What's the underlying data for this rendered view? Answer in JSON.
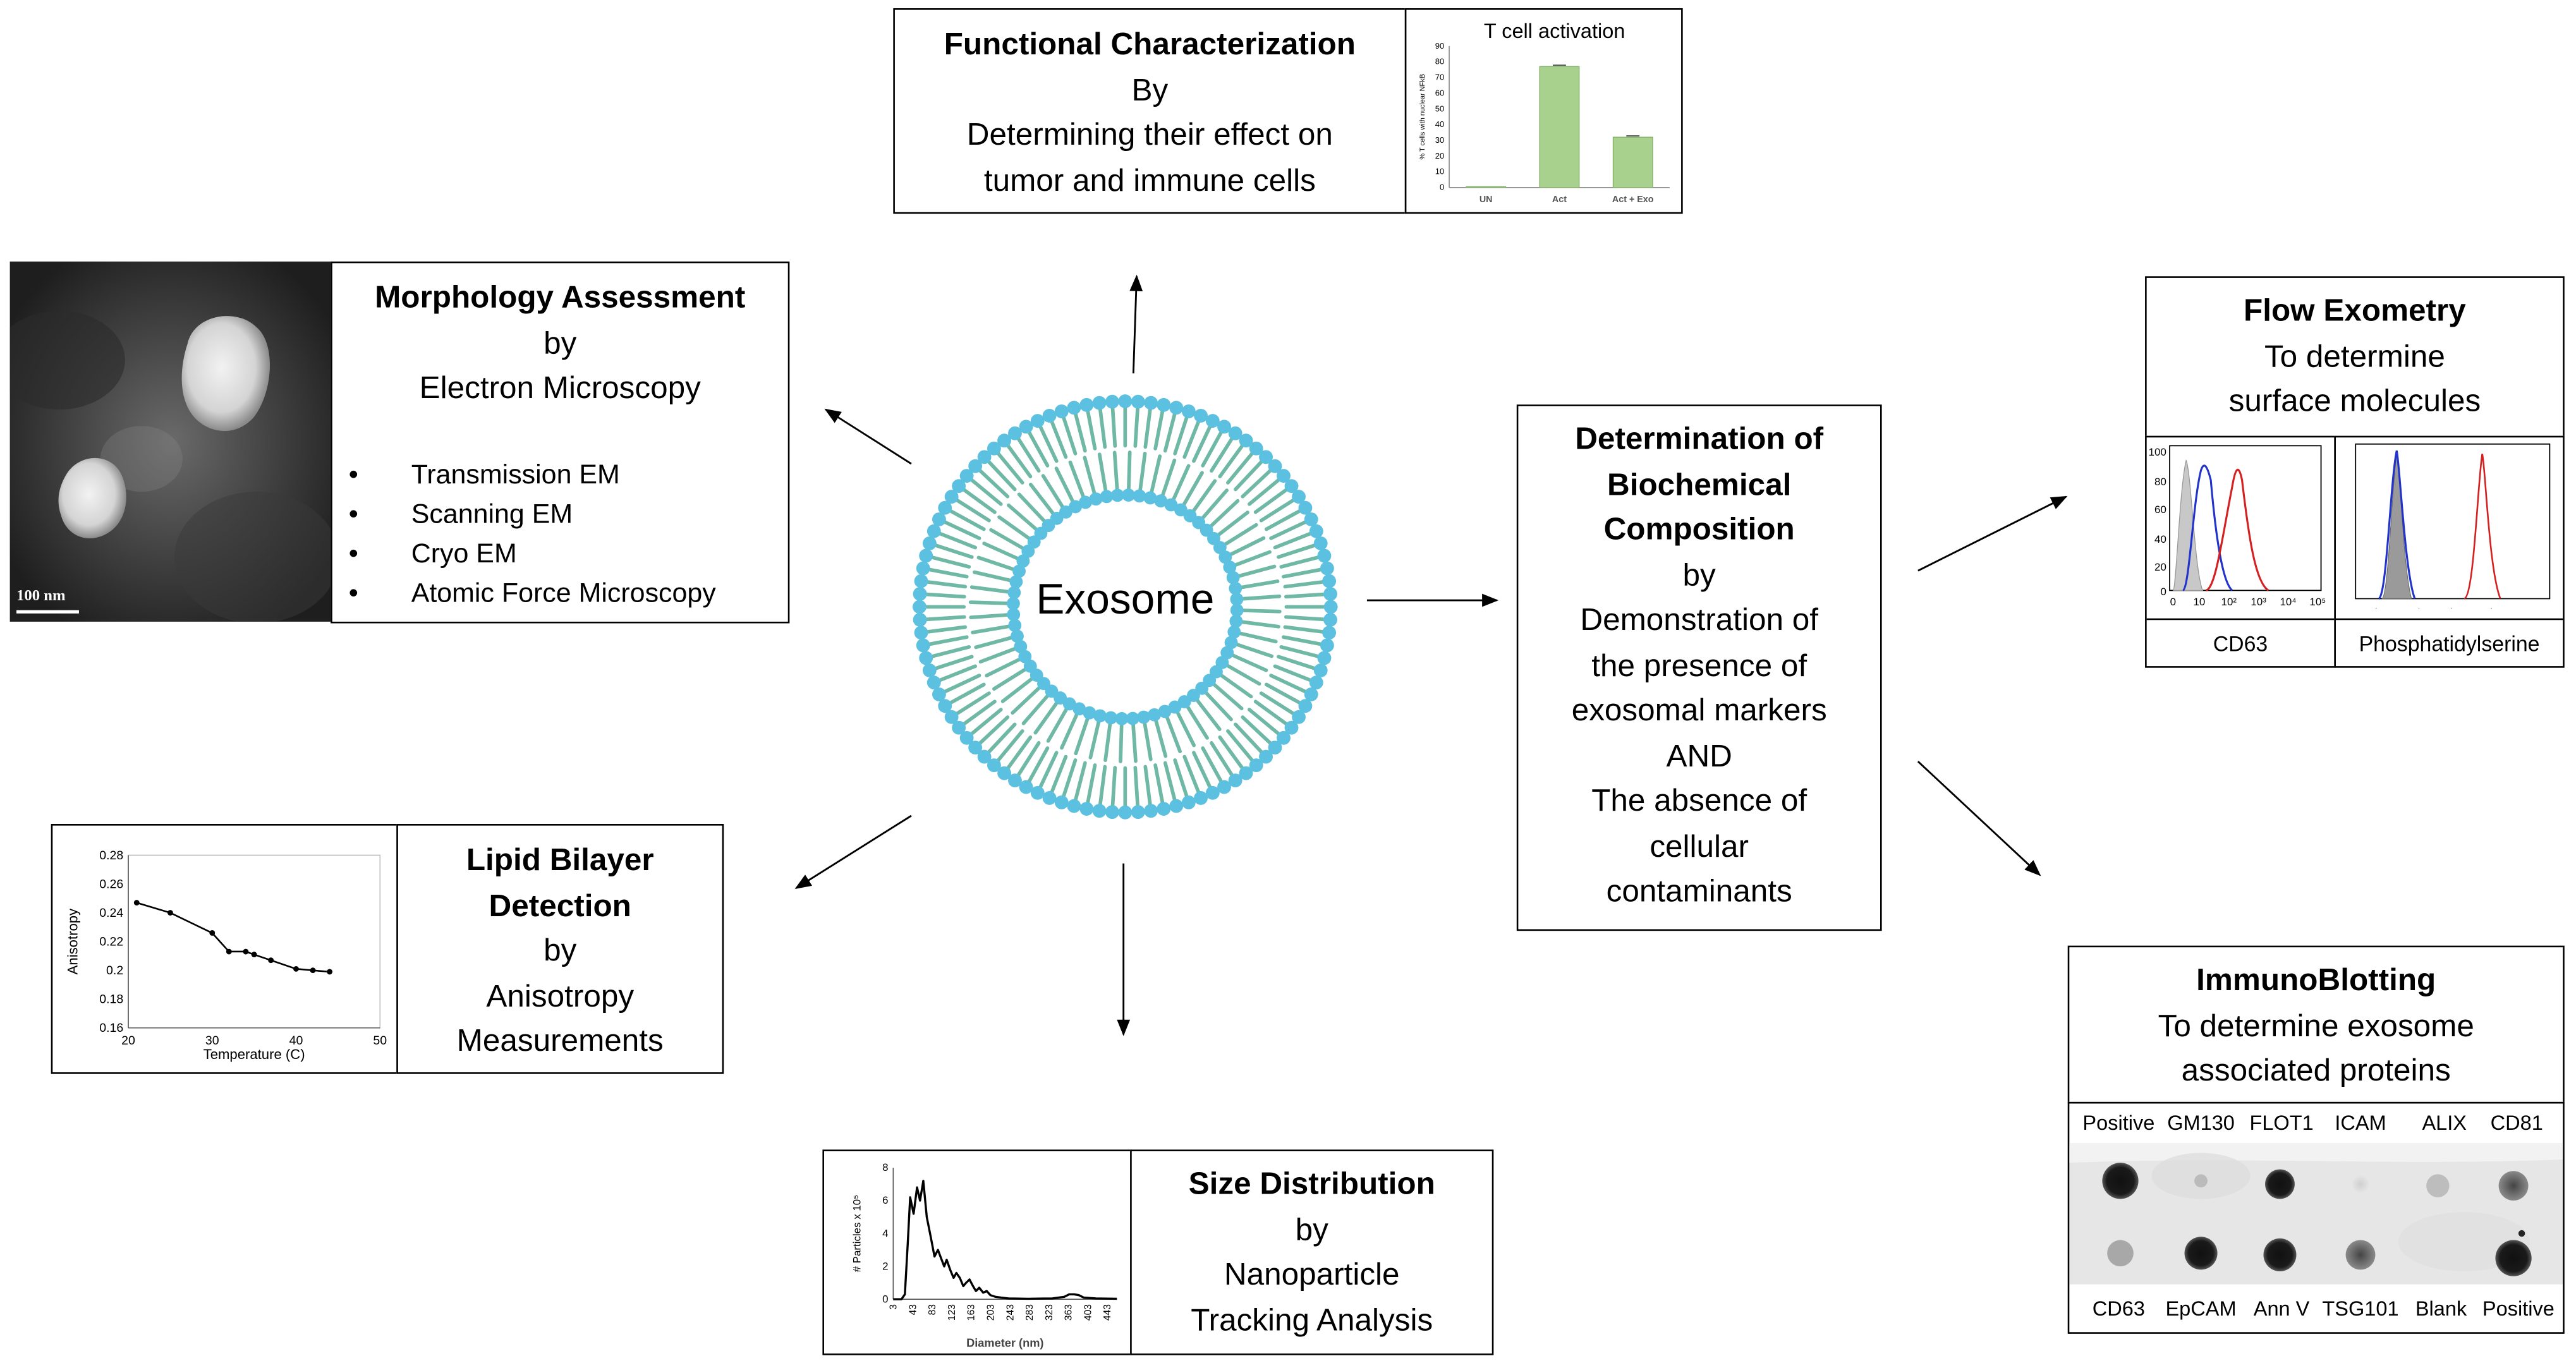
{
  "center": {
    "label": "Exosome"
  },
  "functional": {
    "title": "Functional Characterization",
    "lines": [
      "By",
      "Determining their effect on",
      "tumor and immune cells"
    ]
  },
  "morphology": {
    "title": "Morphology Assessment",
    "lines": [
      "by",
      "Electron Microscopy"
    ],
    "bullets": [
      "Transmission EM",
      "Scanning EM",
      "Cryo EM",
      "Atomic Force Microscopy"
    ],
    "scale_bar": "100 nm"
  },
  "lipid": {
    "lines_bold": [
      "Lipid Bilayer",
      "Detection"
    ],
    "lines": [
      "by",
      "Anisotropy",
      "Measurements"
    ]
  },
  "size": {
    "title": "Size Distribution",
    "lines": [
      "by",
      "Nanoparticle",
      "Tracking Analysis"
    ]
  },
  "biochem": {
    "lines_bold": [
      "Determination of",
      "Biochemical",
      "Composition"
    ],
    "lines": [
      "by",
      "Demonstration of",
      "the presence of",
      "exosomal markers",
      "AND",
      "The absence of",
      "cellular",
      "contaminants"
    ]
  },
  "flow": {
    "title": "Flow Exometry",
    "lines": [
      "To determine",
      "surface molecules"
    ],
    "labels": [
      "CD63",
      "Phosphatidylserine"
    ],
    "colors": {
      "gray": "#c8c8c8",
      "blue": "#2233cc",
      "red": "#d42020"
    }
  },
  "immuno": {
    "title": "ImmunoBlotting",
    "lines": [
      "To determine exosome",
      "associated proteins"
    ],
    "top_labels": [
      "Positive",
      "GM130",
      "FLOT1",
      "ICAM",
      "ALIX",
      "CD81"
    ],
    "bottom_labels": [
      "CD63",
      "EpCAM",
      "Ann V",
      "TSG101",
      "Blank",
      "Positive"
    ]
  },
  "chart_data": [
    {
      "type": "bar",
      "title": "T cell activation",
      "categories": [
        "UN",
        "Act",
        "Act + Exo"
      ],
      "values": [
        0.5,
        77,
        32
      ],
      "ylabel": "% T cells with nuclear NFkB",
      "ylim": [
        0,
        90
      ],
      "yticks": [
        0,
        10,
        20,
        30,
        40,
        50,
        60,
        70,
        80,
        90
      ],
      "color": "#a9d18e"
    },
    {
      "type": "line",
      "xlabel": "Temperature (C)",
      "ylabel": "Anisotropy",
      "x": [
        21,
        25,
        30,
        32,
        34,
        35,
        37,
        40,
        42,
        44
      ],
      "y": [
        0.247,
        0.24,
        0.226,
        0.213,
        0.213,
        0.211,
        0.207,
        0.201,
        0.2,
        0.199
      ],
      "xlim": [
        20,
        50
      ],
      "ylim": [
        0.16,
        0.28
      ],
      "xticks": [
        20,
        30,
        40,
        50
      ],
      "yticks": [
        0.16,
        0.18,
        0.2,
        0.22,
        0.24,
        0.26,
        0.28
      ]
    },
    {
      "type": "line",
      "xlabel": "Diameter (nm)",
      "ylabel": "# Particles x 10⁵",
      "xlim": [
        3,
        463
      ],
      "ylim": [
        0,
        8
      ],
      "xticks": [
        3,
        43,
        83,
        123,
        163,
        203,
        243,
        283,
        323,
        363,
        403,
        443
      ],
      "yticks": [
        0,
        2,
        4,
        6,
        8
      ],
      "x": [
        3,
        20,
        27,
        33,
        38,
        45,
        52,
        58,
        65,
        72,
        80,
        88,
        95,
        100,
        108,
        113,
        120,
        127,
        133,
        140,
        147,
        153,
        160,
        167,
        173,
        180,
        188,
        195,
        203,
        213,
        225,
        240,
        280,
        330,
        355,
        365,
        375,
        385,
        395,
        420,
        463
      ],
      "y": [
        0,
        0,
        0.3,
        3.5,
        6.2,
        5.2,
        6.8,
        6.0,
        7.2,
        5.0,
        3.8,
        2.6,
        3.0,
        2.6,
        2.0,
        2.4,
        1.8,
        1.3,
        1.6,
        1.3,
        0.8,
        1.0,
        1.2,
        0.8,
        0.5,
        0.7,
        0.4,
        0.5,
        0.25,
        0.15,
        0.1,
        0.05,
        0.03,
        0.05,
        0.15,
        0.3,
        0.3,
        0.25,
        0.1,
        0.05,
        0.03
      ]
    }
  ]
}
